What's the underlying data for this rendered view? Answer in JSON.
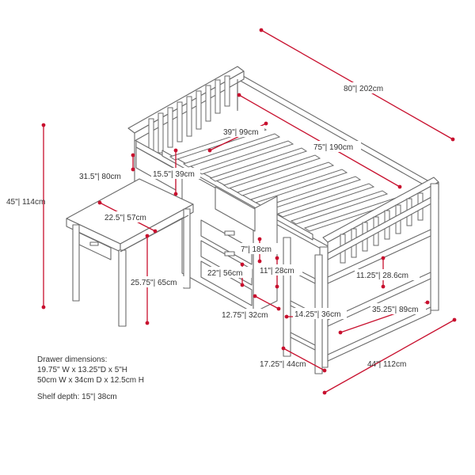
{
  "colors": {
    "dimension_line": "#c8102e",
    "line_art": "#6a6a6a",
    "text": "#333333",
    "background": "#ffffff"
  },
  "dimensions": {
    "overall_length": "80\"| 202cm",
    "mattress_length": "75\"| 190cm",
    "mattress_width": "39\"| 99cm",
    "overall_height": "45\"| 114cm",
    "desk_height_clearance": "31.5\"| 80cm",
    "top_drawer_height": "15.5\"| 39cm",
    "desk_depth": "22.5\"| 57cm",
    "desk_height": "25.75\"| 65cm",
    "drawer_unit_height": "22\"| 56cm",
    "drawer_spacing": "7\"| 18cm",
    "ladder_step": "11\"| 28cm",
    "shelf_height": "11.25\"| 28.6cm",
    "drawer_unit_width": "12.75\"| 32cm",
    "ladder_width": "14.25\"| 36cm",
    "shelf_width": "35.25\"| 89cm",
    "ladder_depth": "17.25\"| 44cm",
    "overall_width": "44\"| 112cm"
  },
  "notes": {
    "drawer_title": "Drawer dimensions:",
    "drawer_imperial": "19.75\" W x  13.25\"D x 5\"H",
    "drawer_metric": "50cm W x  34cm D x 12.5cm H",
    "shelf_depth": "Shelf depth: 15\"| 38cm"
  }
}
